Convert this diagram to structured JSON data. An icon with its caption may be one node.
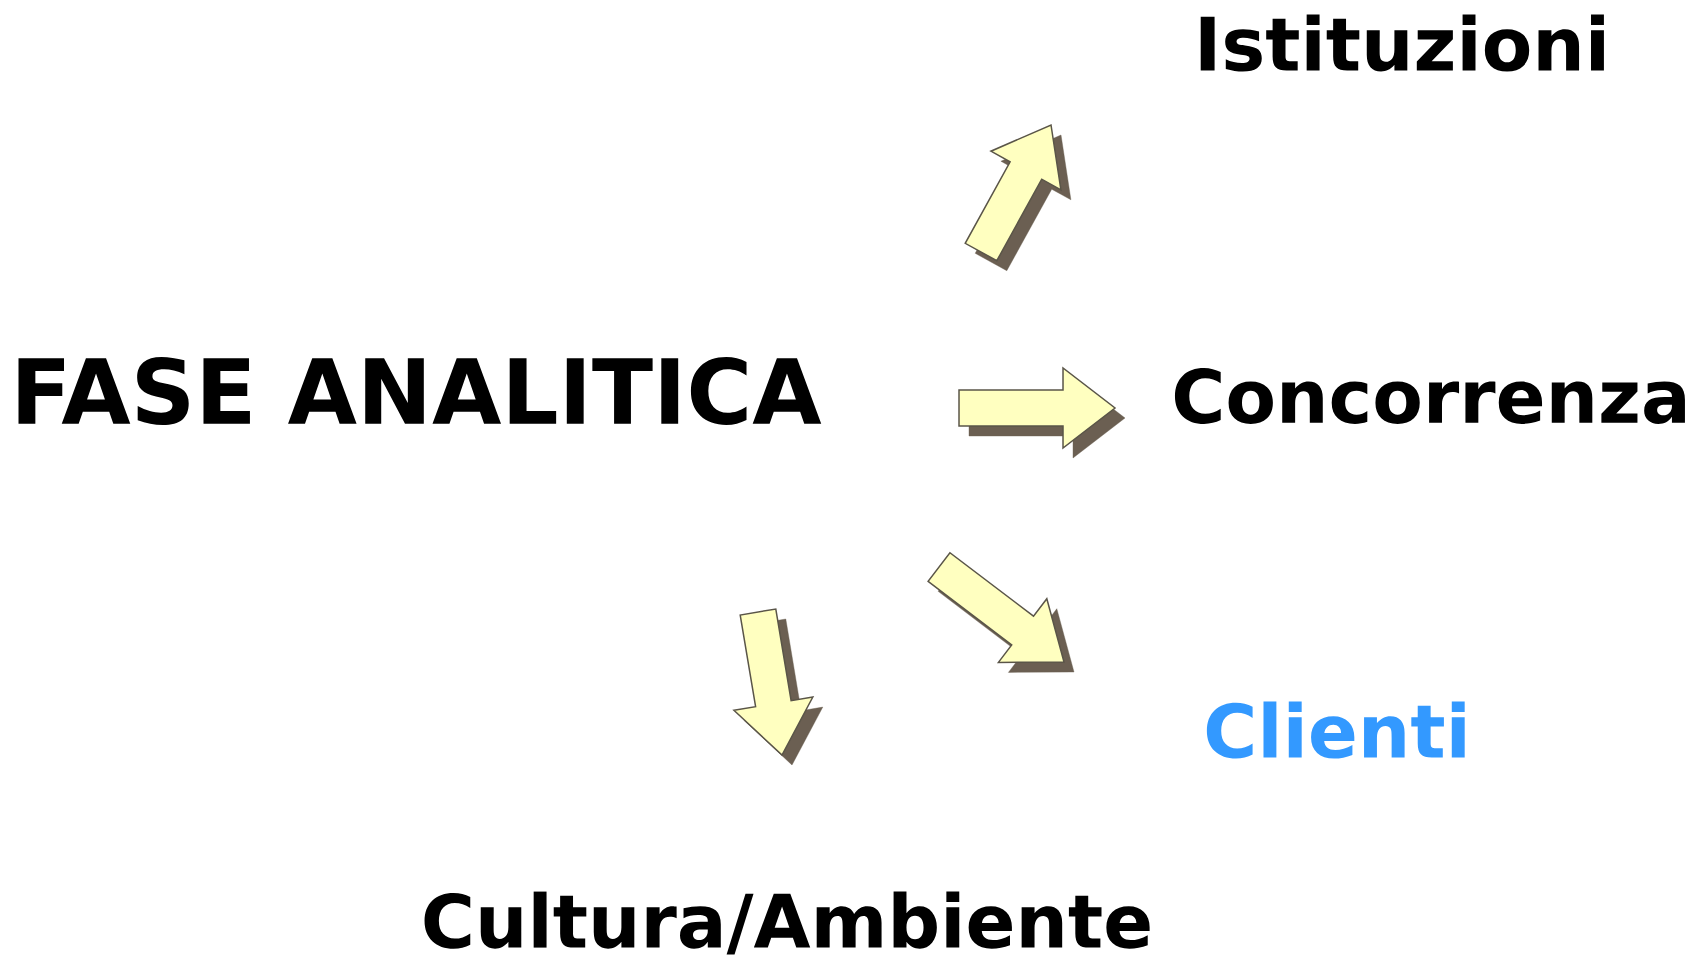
{
  "diagram": {
    "nodes": [
      {
        "text": [
          "FASE ANALITICA"
        ]
      },
      {
        "text": [
          "Istituzioni"
        ]
      },
      {
        "text": [
          "Concorrenza"
        ]
      },
      {
        "text": [
          "Clienti"
        ]
      },
      {
        "text": [
          "Cultura/Ambiente"
        ]
      }
    ]
  }
}
